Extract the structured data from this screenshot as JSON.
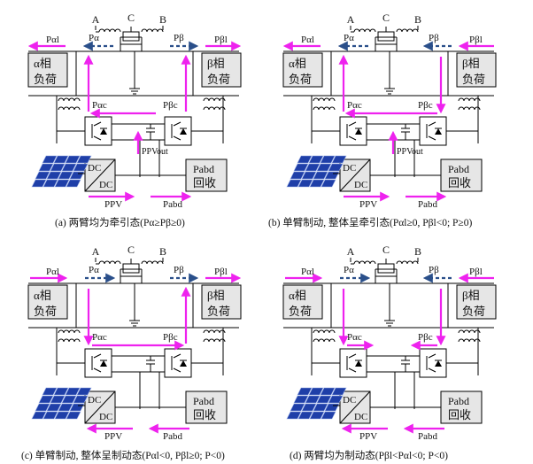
{
  "colors": {
    "power": "#ee22ee",
    "reverse": "#2a4f8a",
    "line": "#000000",
    "box": "#e6e6e6"
  },
  "panels": [
    {
      "caption": "(a) 两臂均为牵引态(Pα≥Pβ≥0)",
      "flows": {
        "alpha": "traction",
        "beta": "traction",
        "pv": "in",
        "abd": "out"
      },
      "labels": {
        "A": "A",
        "B": "B",
        "C": "C",
        "p_al": "Pαl",
        "p_bl": "Pβl",
        "p_a": "Pα",
        "p_b": "Pβ",
        "p_ac": "Pαc",
        "p_bc": "Pβc",
        "p_pvout": "PPVout",
        "p_pv": "PPV",
        "p_abd": "Pabd",
        "alpha_load_1": "α相",
        "alpha_load_2": "负荷",
        "beta_load_1": "β相",
        "beta_load_2": "负荷",
        "dc1": "DC",
        "dc2": "DC",
        "abd_box_1": "Pabd",
        "abd_box_2": "回收"
      }
    },
    {
      "caption": "(b) 单臂制动, 整体呈牵引态(Pαl≥0, Pβl<0; P≥0)",
      "flows": {
        "alpha": "traction",
        "beta": "braking",
        "pv": "in",
        "abd": "out"
      },
      "labels": {
        "A": "A",
        "B": "B",
        "C": "C",
        "p_al": "Pαl",
        "p_bl": "Pβl",
        "p_a": "Pα",
        "p_b": "Pβ",
        "p_ac": "Pαc",
        "p_bc": "Pβc",
        "p_pvout": "PPVout",
        "p_pv": "PPV",
        "p_abd": "Pabd",
        "alpha_load_1": "α相",
        "alpha_load_2": "负荷",
        "beta_load_1": "β相",
        "beta_load_2": "负荷",
        "dc1": "DC",
        "dc2": "DC",
        "abd_box_1": "Pabd",
        "abd_box_2": "回收"
      }
    },
    {
      "caption": "(c) 单臂制动, 整体呈制动态(Pαl<0, Pβl≥0; P<0)",
      "flows": {
        "alpha": "braking",
        "beta": "traction",
        "pv": "out",
        "abd": "in"
      },
      "labels": {
        "A": "A",
        "B": "B",
        "C": "C",
        "p_al": "Pαl",
        "p_bl": "Pβl",
        "p_a": "Pα",
        "p_b": "Pβ",
        "p_ac": "Pαc",
        "p_bc": "Pβc",
        "p_pv": "PPV",
        "p_abd": "Pabd",
        "alpha_load_1": "α相",
        "alpha_load_2": "负荷",
        "beta_load_1": "β相",
        "beta_load_2": "负荷",
        "dc1": "DC",
        "dc2": "DC",
        "abd_box_1": "Pabd",
        "abd_box_2": "回收"
      }
    },
    {
      "caption": "(d) 两臂均为制动态(Pβl<Pαl<0; P<0)",
      "flows": {
        "alpha": "braking",
        "beta": "braking",
        "pv": "out",
        "abd": "in"
      },
      "labels": {
        "A": "A",
        "B": "B",
        "C": "C",
        "p_al": "Pαl",
        "p_bl": "Pβl",
        "p_a": "Pα",
        "p_b": "Pβ",
        "p_ac": "Pαc",
        "p_bc": "Pβc",
        "p_pv": "PPV",
        "p_abd": "Pabd",
        "alpha_load_1": "α相",
        "alpha_load_2": "负荷",
        "beta_load_1": "β相",
        "beta_load_2": "负荷",
        "dc1": "DC",
        "dc2": "DC",
        "abd_box_1": "Pabd",
        "abd_box_2": "回收"
      }
    }
  ]
}
